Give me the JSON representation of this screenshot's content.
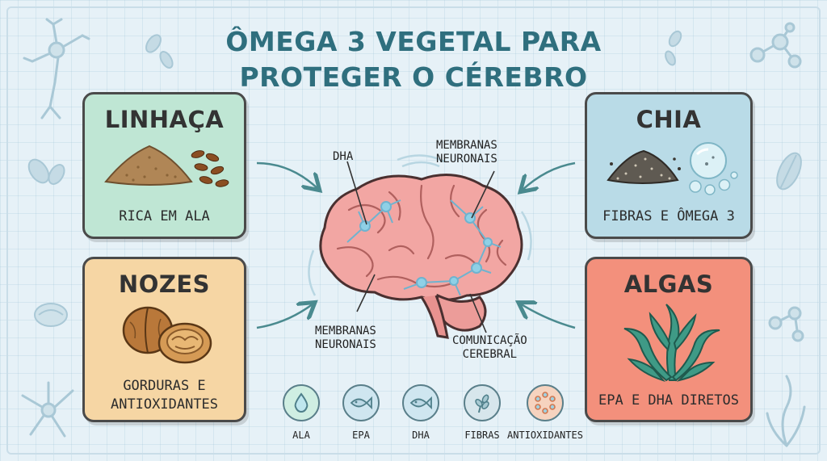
{
  "title": {
    "line1": "ÔMEGA 3 VEGETAL PARA",
    "line2": "PROTEGER O CÉREBRO"
  },
  "cards": {
    "linhaca": {
      "name": "LINHAÇA",
      "desc": "RICA EM ALA",
      "color": "#bfe6d4"
    },
    "nozes": {
      "name": "NOZES",
      "desc_line1": "GORDURAS E",
      "desc_line2": "ANTIOXIDANTES",
      "color": "#f6d6a4"
    },
    "chia": {
      "name": "CHIA",
      "desc": "FIBRAS E ÔMEGA 3",
      "color": "#b9dbe7"
    },
    "algas": {
      "name": "ALGAS",
      "desc": "EPA E DHA DIRETOS",
      "color": "#f3907c"
    }
  },
  "brain_labels": {
    "dha": "DHA",
    "membranas_top_line1": "MEMBRANAS",
    "membranas_top_line2": "NEURONAIS",
    "membranas_bottom_line1": "MEMBRANAS",
    "membranas_bottom_line2": "NEURONAIS",
    "comunicacao_line1": "COMUNICAÇÃO",
    "comunicacao_line2": "CEREBRAL"
  },
  "legend": [
    {
      "label": "ALA",
      "icon": "drop-icon",
      "color": "#cfeee2"
    },
    {
      "label": "EPA",
      "icon": "fish-icon",
      "color": "#cfe6f0"
    },
    {
      "label": "DHA",
      "icon": "fish-icon",
      "color": "#cfe6f0"
    },
    {
      "label": "FIBRAS",
      "icon": "leaf-icon",
      "color": "#d7e6ec"
    },
    {
      "label": "ANTIOXIDANTES",
      "icon": "molecule-icon",
      "color": "#f6d3bf"
    }
  ],
  "colors": {
    "title": "#2f6f7e",
    "brain": "#f2a6a3",
    "neuron": "#7cc3de",
    "arrow": "#4a8a8f"
  }
}
